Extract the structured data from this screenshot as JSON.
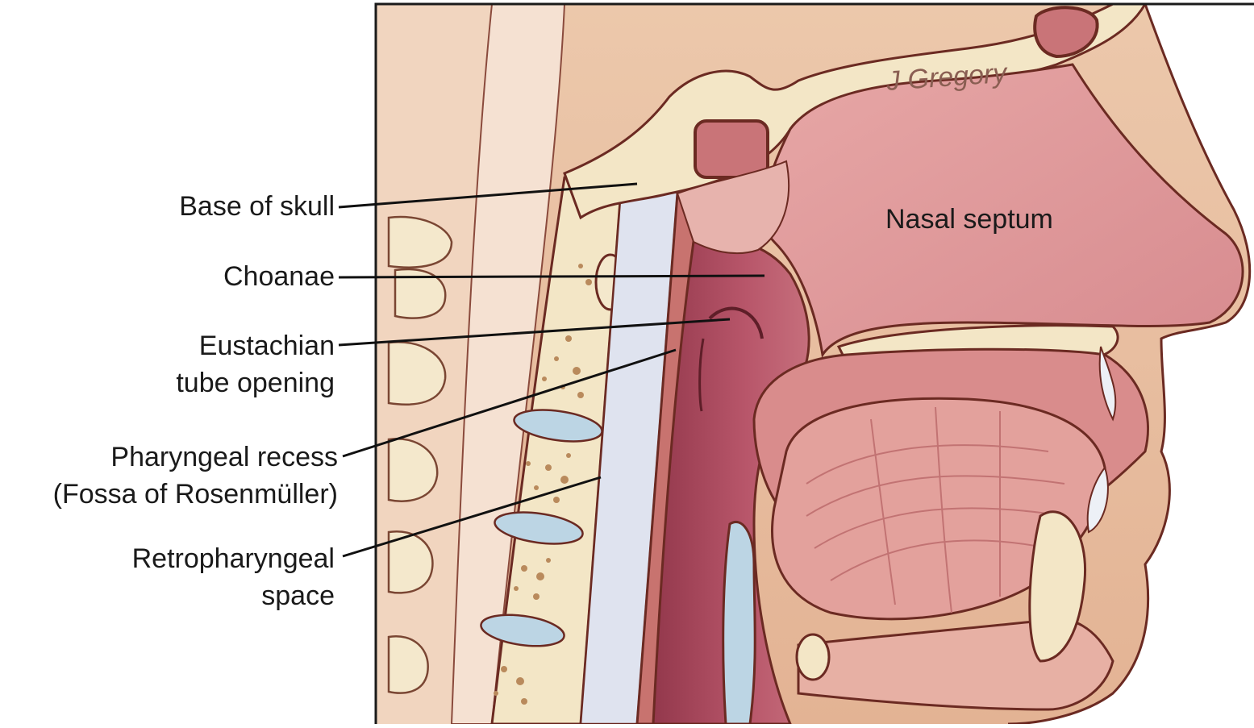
{
  "signature": "J Gregory",
  "labels": {
    "base_of_skull": "Base of skull",
    "choanae": "Choanae",
    "eustachian_line1": "Eustachian",
    "eustachian_line2": "tube opening",
    "pharyngeal_line1": "Pharyngeal recess",
    "pharyngeal_line2": "(Fossa of Rosenmüller)",
    "retro_line1": "Retropharyngeal",
    "retro_line2": "space",
    "nasal_septum": "Nasal septum"
  },
  "colors": {
    "skin": "#e9c3a8",
    "soft_tissue": "#d99a95",
    "mucosa": "#c97478",
    "pharynx_dark": "#a94a5b",
    "bone": "#f3e6c6",
    "bone_spots": "#b98a5c",
    "disc": "#b9d3e3",
    "outline": "#6b2a22",
    "leader": "#111111"
  }
}
